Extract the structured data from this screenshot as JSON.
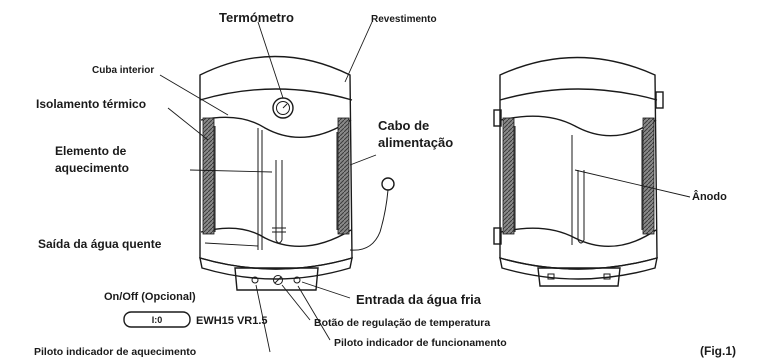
{
  "labels": {
    "termometro": "Termómetro",
    "revestimento": "Revestimento",
    "cuba_interior": "Cuba interior",
    "isolamento_termico": "Isolamento térmico",
    "elemento_aquecimento_1": "Elemento de",
    "elemento_aquecimento_2": "aquecimento",
    "cabo_alimentacao_1": "Cabo de",
    "cabo_alimentacao_2": "alimentação",
    "saida_agua_quente": "Saída da água quente",
    "on_off": "On/Off (Opcional)",
    "model": "EWH15 VR1.5",
    "switch_symbol": "I:0",
    "entrada_agua_fria": "Entrada da água fria",
    "botao_regulacao": "Botão de regulação de temperatura",
    "piloto_funcionamento": "Piloto indicador de funcionamento",
    "piloto_aquecimento": "Piloto indicador de aquecimento",
    "anodo": "Ânodo",
    "figure": "(Fig.1)"
  },
  "colors": {
    "ink": "#1a1a1a",
    "background": "#ffffff",
    "insulation_fill": "#7a7a7a"
  }
}
